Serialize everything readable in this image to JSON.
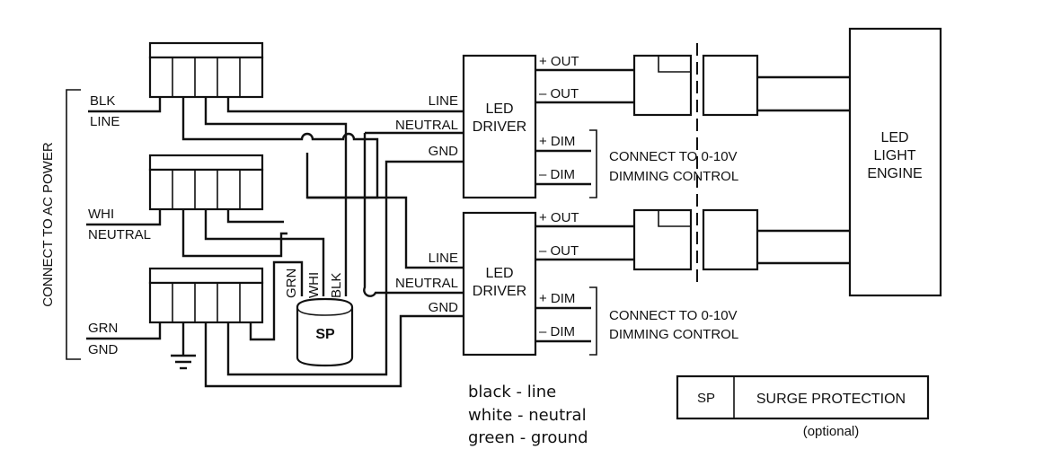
{
  "labels": {
    "ac_power": "CONNECT TO AC POWER",
    "blk": "BLK",
    "line": "LINE",
    "whi": "WHI",
    "neutral": "NEUTRAL",
    "grn": "GRN",
    "gnd": "GND",
    "sp_grn": "GRN",
    "sp_whi": "WHI",
    "sp_blk": "BLK",
    "sp": "SP"
  },
  "drivers": [
    {
      "title_line1": "LED",
      "title_line2": "DRIVER",
      "in_line": "LINE",
      "in_neutral": "NEUTRAL",
      "in_gnd": "GND",
      "out_plus": "+ OUT",
      "out_minus": "– OUT",
      "dim_plus": "+ DIM",
      "dim_minus": "– DIM",
      "dim_note_line1": "CONNECT TO 0-10V",
      "dim_note_line2": "DIMMING CONTROL"
    },
    {
      "title_line1": "LED",
      "title_line2": "DRIVER",
      "in_line": "LINE",
      "in_neutral": "NEUTRAL",
      "in_gnd": "GND",
      "out_plus": "+ OUT",
      "out_minus": "– OUT",
      "dim_plus": "+ DIM",
      "dim_minus": "– DIM",
      "dim_note_line1": "CONNECT TO 0-10V",
      "dim_note_line2": "DIMMING CONTROL"
    }
  ],
  "engine": {
    "line1": "LED",
    "line2": "LIGHT",
    "line3": "ENGINE"
  },
  "legend": {
    "black": "black - line",
    "white": "white - neutral",
    "green": "green - ground"
  },
  "sp_key": {
    "abbr": "SP",
    "name": "SURGE PROTECTION",
    "note": "(optional)"
  }
}
